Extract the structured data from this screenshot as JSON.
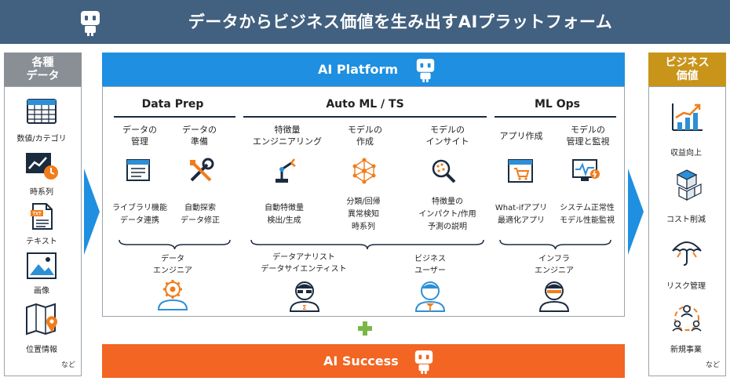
{
  "header": {
    "title": "データからビジネス価値を生み出すAIプラットフォーム"
  },
  "left_column": {
    "title_line1": "各種",
    "title_line2": "データ",
    "items": [
      {
        "label": "数値/カテゴリ",
        "icon": "table-grid-icon"
      },
      {
        "label": "時系列",
        "icon": "timeseries-chart-icon"
      },
      {
        "label": "テキスト",
        "icon": "text-document-icon"
      },
      {
        "label": "画像",
        "icon": "image-icon"
      },
      {
        "label": "位置情報",
        "icon": "map-pin-icon"
      }
    ],
    "more": "など"
  },
  "platform": {
    "title": "AI Platform",
    "sections": {
      "data_prep": {
        "title": "Data Prep",
        "sub1": [
          "データの",
          "管理"
        ],
        "sub2": [
          "データの",
          "準備"
        ],
        "desc1": [
          "ライブラリ機能",
          "データ連携"
        ],
        "desc2": [
          "自動探索",
          "データ修正"
        ],
        "person": [
          "データ",
          "エンジニア"
        ]
      },
      "auto_ml": {
        "title": "Auto ML / TS",
        "sub1": [
          "特徴量",
          "エンジニアリング"
        ],
        "sub2": [
          "モデルの",
          "作成"
        ],
        "sub3": [
          "モデルの",
          "インサイト"
        ],
        "desc1": [
          "自動特徴量",
          "検出/生成"
        ],
        "desc2": [
          "分類/回帰",
          "異常検知",
          "時系列"
        ],
        "desc3": [
          "特徴量の",
          "インパクト/作用",
          "予測の説明"
        ],
        "person1": [
          "データアナリスト",
          "データサイエンティスト"
        ],
        "person2": [
          "ビジネス",
          "ユーザー"
        ]
      },
      "ml_ops": {
        "title": "ML Ops",
        "sub1": [
          "アプリ作成"
        ],
        "sub2": [
          "モデルの",
          "管理と監視"
        ],
        "desc1": [
          "What-ifアプリ",
          "最適化アプリ"
        ],
        "desc2": [
          "システム正常性",
          "モデル性能監視"
        ],
        "person": [
          "インフラ",
          "エンジニア"
        ]
      }
    }
  },
  "success": {
    "title": "AI Success"
  },
  "right_column": {
    "title_line1": "ビジネス",
    "title_line2": "価値",
    "items": [
      {
        "label": "収益向上",
        "icon": "revenue-growth-icon"
      },
      {
        "label": "コスト削減",
        "icon": "cost-reduction-icon"
      },
      {
        "label": "リスク管理",
        "icon": "umbrella-risk-icon"
      },
      {
        "label": "新規事業",
        "icon": "new-business-icon"
      }
    ],
    "more": "など"
  },
  "colors": {
    "header_bg": "#42607f",
    "platform_blue": "#1e8fe1",
    "success_orange": "#f26522",
    "left_head_gray": "#8a8f96",
    "right_head_gold": "#c9941a",
    "icon_blue": "#2d8fd5",
    "icon_orange": "#f07d1b",
    "plus_green": "#7ab648"
  }
}
